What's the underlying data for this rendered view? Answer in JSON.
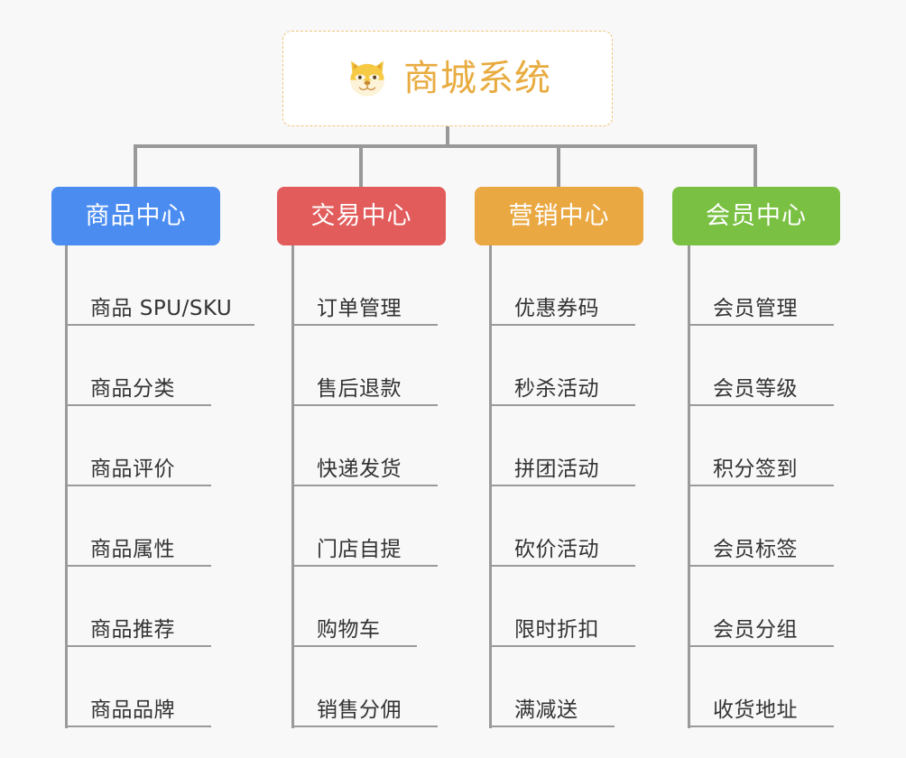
{
  "page": {
    "background_color": "#f8f8f8",
    "type": "mindmap"
  },
  "root": {
    "title": "商城系统",
    "emoji": "🐕",
    "emoji_name": "shiba-dog-face-emoji",
    "border_color": "#f0c67a",
    "text_color": "#e8ab3f",
    "background_color": "#ffffff"
  },
  "connector_color": "#999999",
  "branches": [
    {
      "id": "product-center",
      "label": "商品中心",
      "color": "#4a8cf0",
      "items": [
        {
          "label": "商品 SPU/SKU"
        },
        {
          "label": "商品分类"
        },
        {
          "label": "商品评价"
        },
        {
          "label": "商品属性"
        },
        {
          "label": "商品推荐"
        },
        {
          "label": "商品品牌"
        }
      ]
    },
    {
      "id": "trade-center",
      "label": "交易中心",
      "color": "#e25c5c",
      "items": [
        {
          "label": "订单管理"
        },
        {
          "label": "售后退款"
        },
        {
          "label": "快递发货"
        },
        {
          "label": "门店自提"
        },
        {
          "label": "购物车"
        },
        {
          "label": "销售分佣"
        }
      ]
    },
    {
      "id": "marketing-center",
      "label": "营销中心",
      "color": "#eaa843",
      "items": [
        {
          "label": "优惠券码"
        },
        {
          "label": "秒杀活动"
        },
        {
          "label": "拼团活动"
        },
        {
          "label": "砍价活动"
        },
        {
          "label": "限时折扣"
        },
        {
          "label": "满减送"
        }
      ]
    },
    {
      "id": "member-center",
      "label": "会员中心",
      "color": "#7ac143",
      "items": [
        {
          "label": "会员管理"
        },
        {
          "label": "会员等级"
        },
        {
          "label": "积分签到"
        },
        {
          "label": "会员标签"
        },
        {
          "label": "会员分组"
        },
        {
          "label": "收货地址"
        }
      ]
    }
  ]
}
